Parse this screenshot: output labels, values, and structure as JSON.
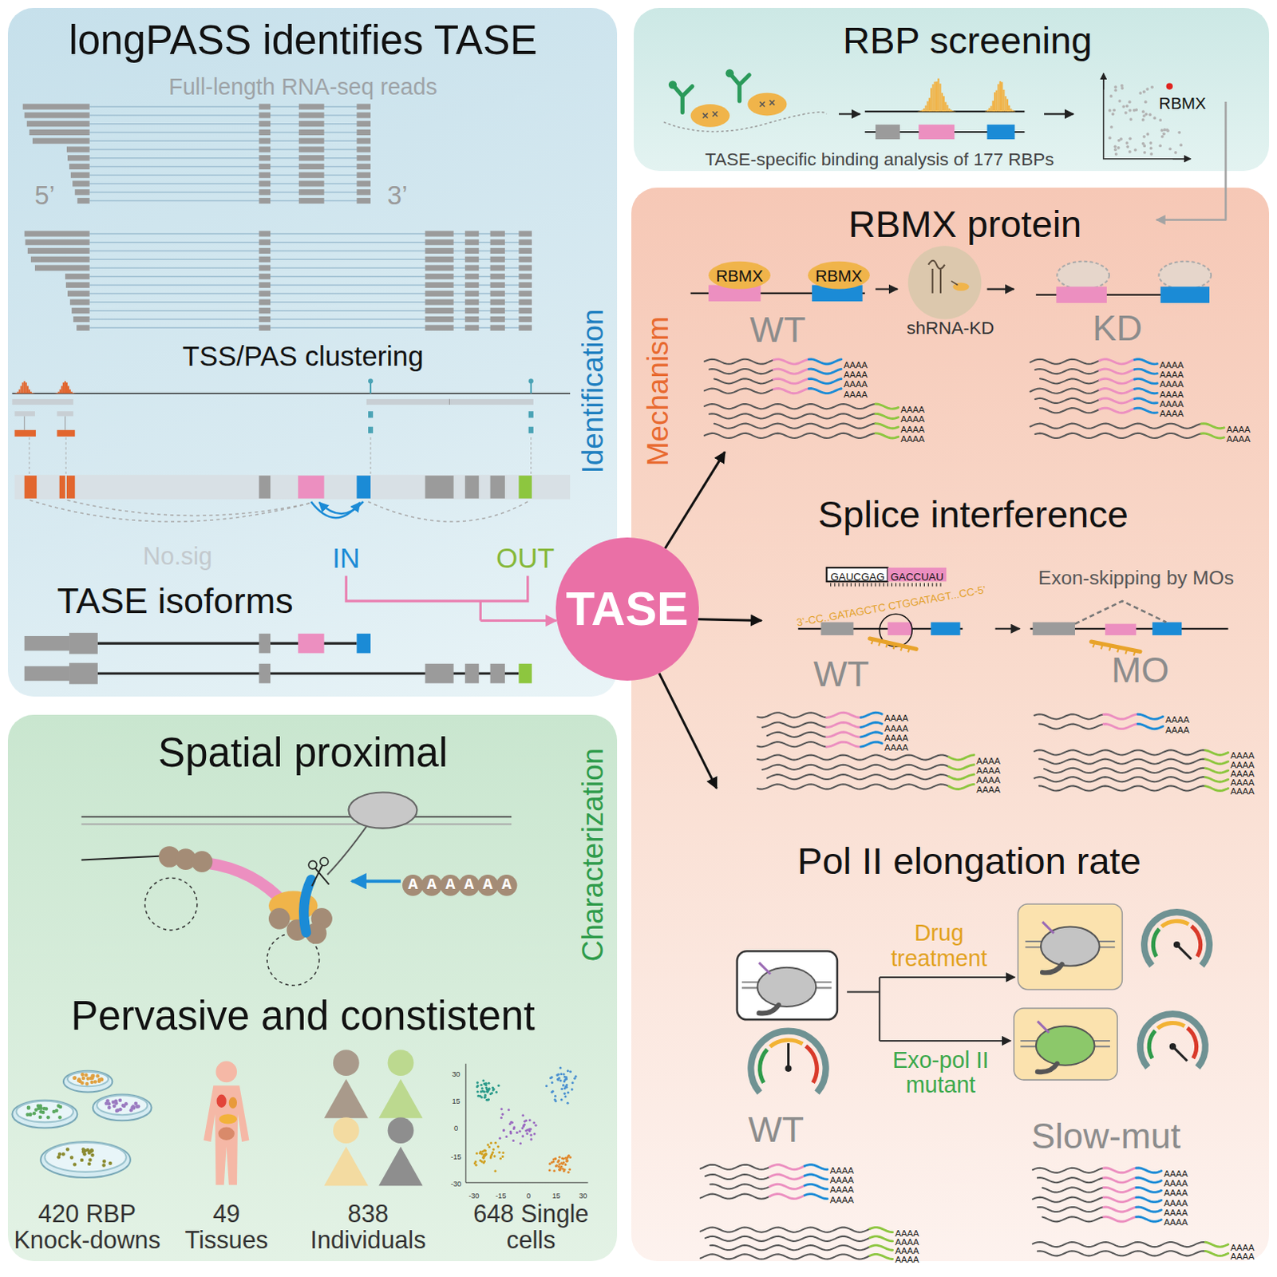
{
  "diagram": {
    "nodes": [
      {
        "text": [
          "longPASS identifies TASE",
          "Identification"
        ]
      },
      {
        "text": [
          "RBP screening",
          "TASE-specific binding analysis of 177 RBPs"
        ]
      },
      {
        "text": [
          "Mechanism"
        ]
      },
      {
        "text": [
          "RBMX protein"
        ],
        "in": 2
      },
      {
        "text": [
          "Splice interference"
        ],
        "in": 2
      },
      {
        "text": [
          "Pol II elongation rate"
        ],
        "in": 2
      },
      {
        "text": [
          "Spatial proximal",
          "Pervasive and constistent",
          "Characterization"
        ]
      },
      {
        "text": [
          "TASE"
        ]
      }
    ],
    "edges": [
      {
        "from": 0,
        "to": 7,
        "arrow": "to"
      },
      {
        "from": 1,
        "to": 3,
        "arrow": "to"
      },
      {
        "from": 7,
        "to": 3,
        "arrow": "to"
      },
      {
        "from": 7,
        "to": 4,
        "arrow": "to"
      },
      {
        "from": 7,
        "to": 5,
        "arrow": "to"
      }
    ],
    "labels": [
      "Full-length RNA-seq reads",
      "5’",
      "3’",
      "TSS/PAS clustering",
      "No.sig",
      "IN",
      "OUT",
      "TASE isoforms",
      "RBMX",
      "RBMX",
      "RBMX",
      "WT",
      "shRNA-KD",
      "KD",
      "GAUCGAG",
      "GACCUAU",
      "3’-CC..GATAGCTC CTGGATAGT...CC-5’",
      "Exon-skipping by MOs",
      "WT",
      "MO",
      "Drug treatment",
      "Exo-pol II mutant",
      "WT",
      "Slow-mut",
      "AAAAAA",
      "420 RBP Knock-downs",
      "49 Tissues",
      "838 Individuals",
      "648 Single cells",
      "30",
      "15",
      "0",
      "-15",
      "-30",
      "-30",
      "-15",
      "0",
      "15",
      "30",
      "AAAA",
      "AAAA",
      "AAAA",
      "AAAA",
      "AAAA",
      "AAAA",
      "AAAA",
      "AAAA",
      "AAAA",
      "AAAA",
      "AAAA",
      "AAAA",
      "AAAA",
      "AAAA",
      "AAAA",
      "AAAA",
      "AAAA",
      "AAAA",
      "AAAA",
      "AAAA",
      "AAAA",
      "AAAA",
      "AAAA",
      "AAAA",
      "AAAA",
      "AAAA",
      "AAAA",
      "AAAA",
      "AAAA",
      "AAAA",
      "AAAA",
      "AAAA",
      "AAAA",
      "AAAA",
      "AAAA",
      "AAAA",
      "AAAA",
      "AAAA",
      "AAAA",
      "AAAA",
      "AAAA",
      "AAAA",
      "AAAA",
      "AAAA",
      "AAAA",
      "AAAA",
      "AAAA"
    ]
  }
}
